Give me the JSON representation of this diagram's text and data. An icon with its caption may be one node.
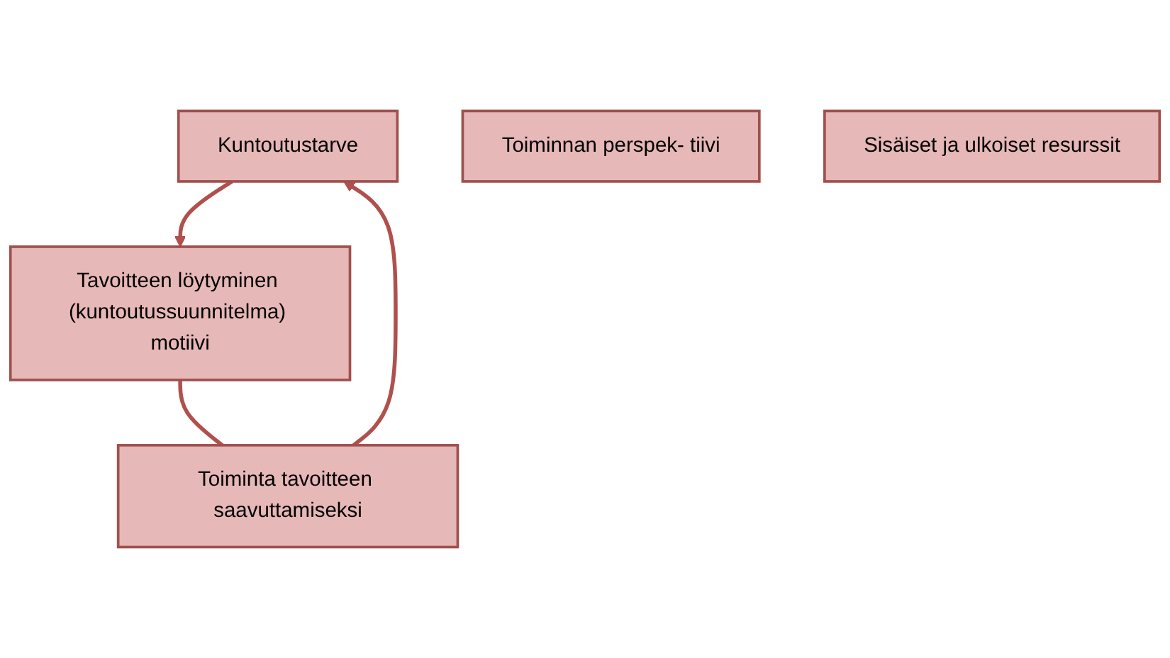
{
  "diagram": {
    "nodes": [
      {
        "text": [
          "Kuntoutustarve"
        ]
      },
      {
        "text": [
          "Tavoitteen löytyminen (kuntoutussuunnitelma) motiivi"
        ]
      },
      {
        "text": [
          "Toiminnan perspek- tiivi"
        ]
      },
      {
        "text": [
          "Sisäiset ja ulkoiset resurssit"
        ]
      },
      {
        "text": [
          "Toiminta tavoitteen saavuttamiseksi"
        ]
      }
    ],
    "edges": [
      {
        "from": 0,
        "to": 1,
        "arrow": "to"
      },
      {
        "from": 4,
        "to": 0,
        "arrow": "to"
      },
      {
        "from": 1,
        "to": 4,
        "arrow": "none"
      }
    ]
  }
}
